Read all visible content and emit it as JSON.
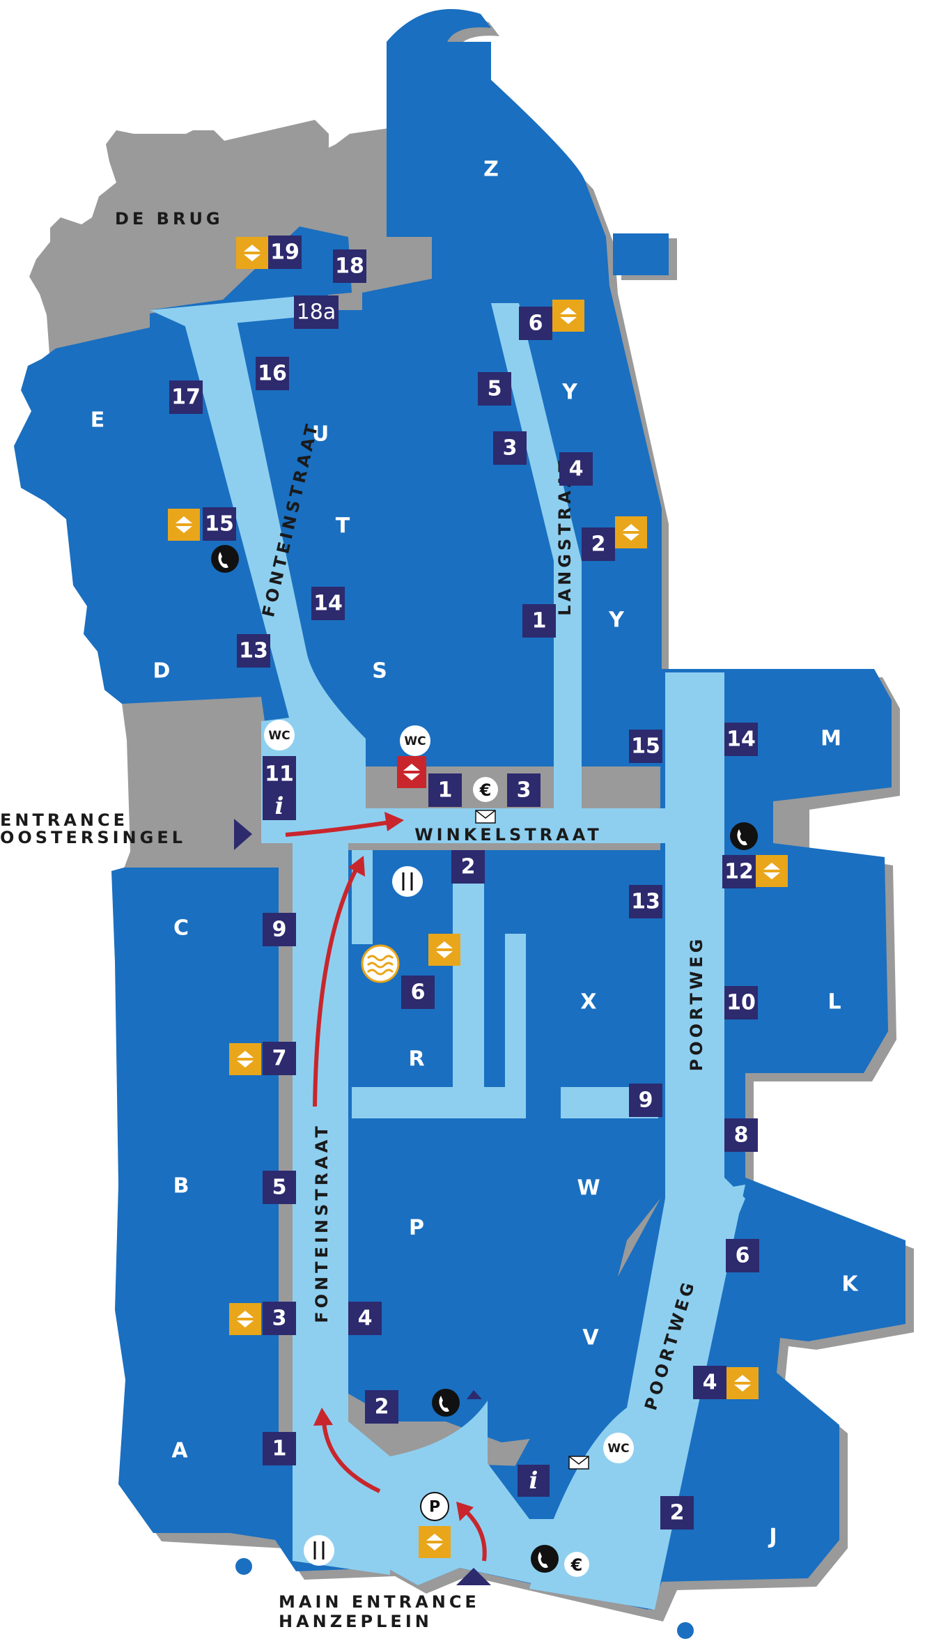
{
  "outside_labels": {
    "de_brug": "DE BRUG",
    "entrance_oostersingel_1": "ENTRANCE",
    "entrance_oostersingel_2": "OOSTERSINGEL",
    "main_entrance_1": "MAIN ENTRANCE",
    "main_entrance_2": "HANZEPLEIN"
  },
  "streets": {
    "fonteinstraat_north": "FONTEINSTRAAT",
    "fonteinstraat_south": "FONTEINSTRAAT",
    "langstraat": "LANGSTRAAT",
    "winkelstraat": "WINKELSTRAAT",
    "poortweg_north": "POORTWEG",
    "poortweg_south": "POORTWEG"
  },
  "zones": {
    "z": "Z",
    "y1": "Y",
    "y2": "Y",
    "e": "E",
    "u": "U",
    "t": "T",
    "d": "D",
    "s": "S",
    "m": "M",
    "c": "C",
    "x": "X",
    "l": "L",
    "r": "R",
    "w": "W",
    "b": "B",
    "p": "P",
    "k": "K",
    "v": "V",
    "a": "A",
    "j": "J"
  },
  "numbers": {
    "n19": "19",
    "n18": "18",
    "n18a": "18a",
    "n17": "17",
    "n16": "16",
    "n15w": "15",
    "n14w": "14",
    "n13w": "13",
    "n11": "11",
    "n9w": "9",
    "n7w": "7",
    "n5w": "5",
    "n3w": "3",
    "n1w": "1",
    "n4": "4",
    "n2s": "2",
    "n6mid": "6",
    "n2mid": "2",
    "n1mid": "1",
    "n3mid": "3",
    "n6y": "6",
    "n5y": "5",
    "n3y": "3",
    "n4y": "4",
    "n2y": "2",
    "n1y": "1",
    "n15e": "15",
    "n14e": "14",
    "n12": "12",
    "n13e": "13",
    "n10": "10",
    "n9e": "9",
    "n8": "8",
    "n6e": "6",
    "n4e": "4",
    "n2e": "2"
  },
  "services": {
    "wc": "WC",
    "info": "i",
    "euro": "€",
    "parking": "P"
  },
  "colors": {
    "department": "#1a6fc0",
    "street": "#8ecff0",
    "number_box": "#2d2a6e",
    "lift": "#e9a61a",
    "lift_red": "#c8262c",
    "arrow": "#c8262c"
  },
  "icons": [
    "lift-icon",
    "phone-icon",
    "wc-icon",
    "info-icon",
    "euro-icon",
    "mail-icon",
    "restaurant-icon",
    "parking-icon",
    "pool-icon",
    "entrance-arrow-icon"
  ]
}
